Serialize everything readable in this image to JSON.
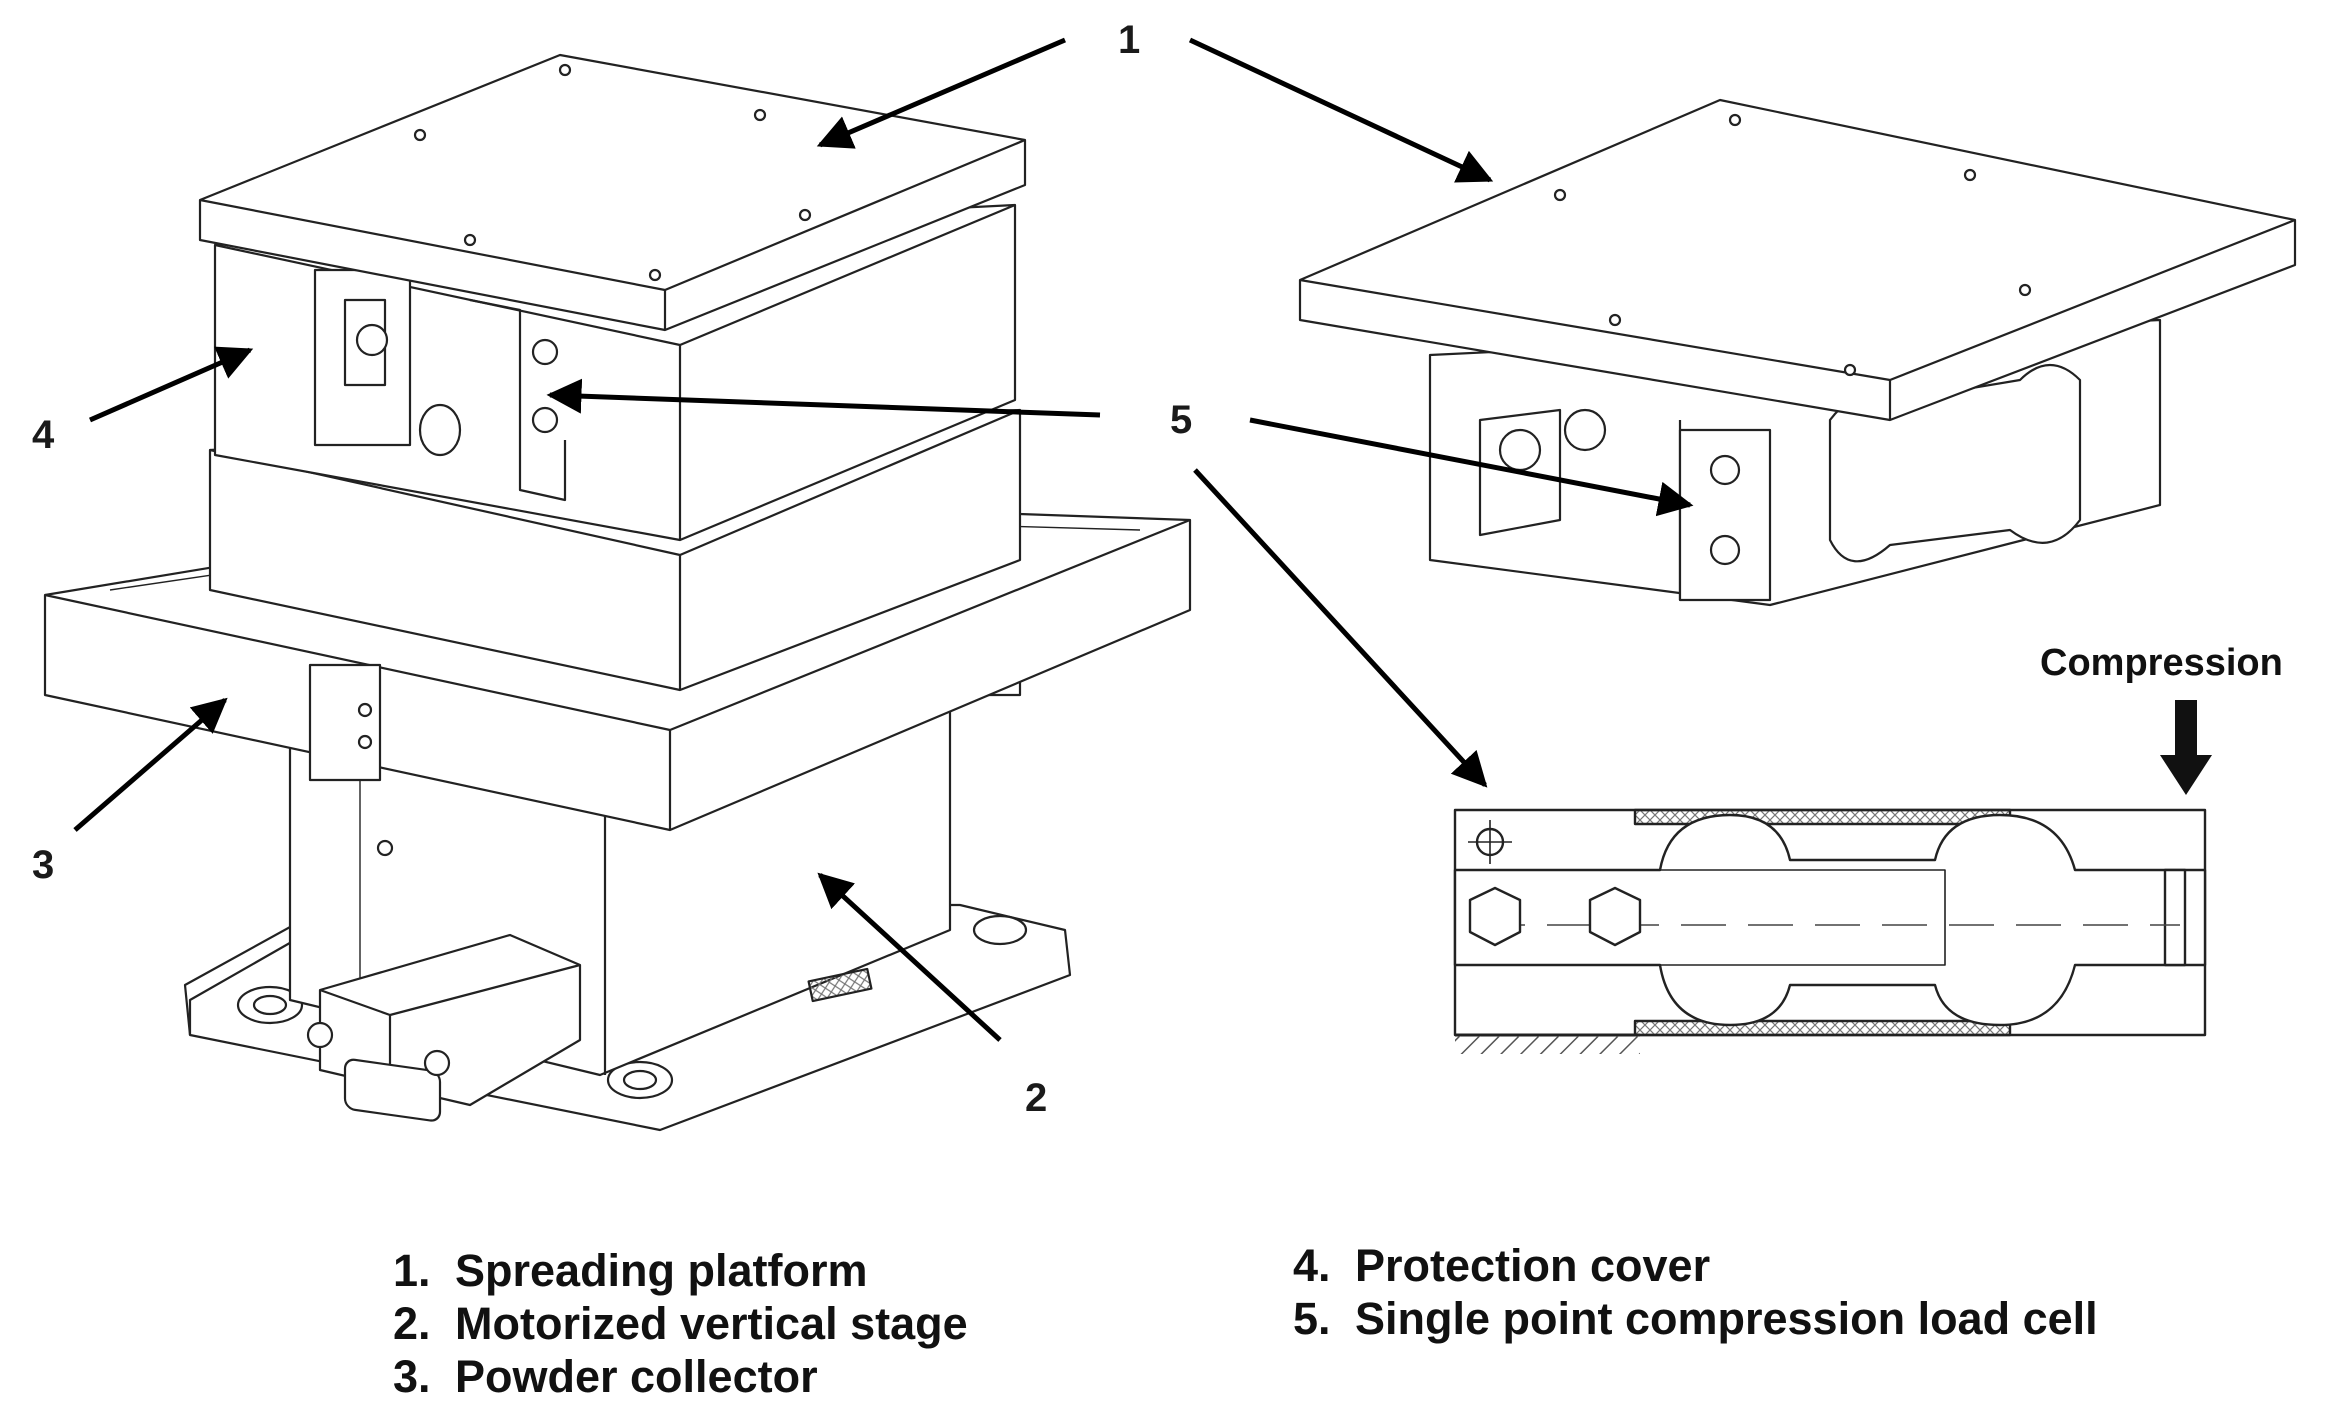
{
  "callouts": {
    "c1": "1",
    "c2": "2",
    "c3": "3",
    "c4": "4",
    "c5": "5"
  },
  "compression_label": "Compression",
  "legend": [
    {
      "num": "1.",
      "text": "Spreading platform"
    },
    {
      "num": "2.",
      "text": "Motorized vertical stage"
    },
    {
      "num": "3.",
      "text": "Powder collector"
    },
    {
      "num": "4.",
      "text": "Protection cover"
    },
    {
      "num": "5.",
      "text": "Single point compression load cell"
    }
  ]
}
